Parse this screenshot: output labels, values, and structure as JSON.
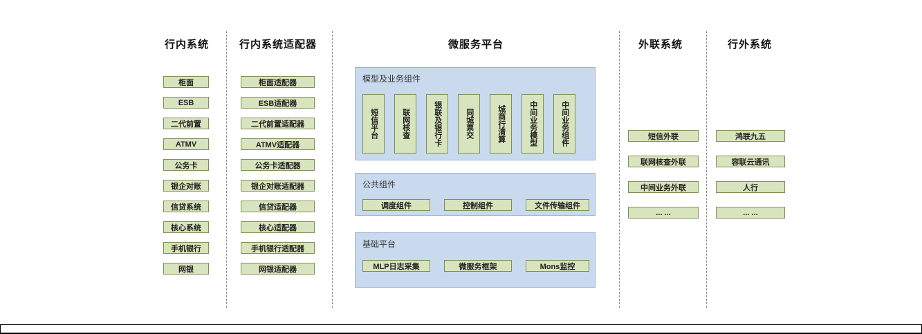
{
  "columns": {
    "internal": {
      "title": "行内系统",
      "items": [
        "柜面",
        "ESB",
        "二代前置",
        "ATMV",
        "公务卡",
        "银企对账",
        "信贷系统",
        "核心系统",
        "手机银行",
        "网银"
      ]
    },
    "adapters": {
      "title": "行内系统适配器",
      "items": [
        "柜面适配器",
        "ESB适配器",
        "二代前置适配器",
        "ATMV适配器",
        "公务卡适配器",
        "银企对账适配器",
        "信贷适配器",
        "核心适配器",
        "手机银行适配器",
        "网银适配器"
      ]
    },
    "platform": {
      "title": "微服务平台",
      "groups": [
        {
          "title": "模型及业务组件",
          "items": [
            "短信平台",
            "联网核查",
            "银联及银行卡",
            "同城票交",
            "城商行清算",
            "中间业务模型",
            "中间业务组件"
          ]
        },
        {
          "title": "公共组件",
          "items": [
            "调度组件",
            "控制组件",
            "文件传输组件"
          ]
        },
        {
          "title": "基础平台",
          "items": [
            "MLP日志采集",
            "微服务框架",
            "Mons监控"
          ]
        }
      ]
    },
    "external": {
      "title": "外联系统",
      "items": [
        "短信外联",
        "联网核查外联",
        "中间业务外联",
        "... ..."
      ]
    },
    "outside": {
      "title": "行外系统",
      "items": [
        "鸿联九五",
        "容联云通讯",
        "人行",
        "... ..."
      ]
    }
  },
  "colors": {
    "box_fill": "#d8e4bd",
    "box_border": "#7f8f57",
    "panel_fill": "#c9d9ee",
    "panel_border": "#9cb3d4",
    "separator": "#8c8c8c",
    "text": "#1a1a1a"
  }
}
